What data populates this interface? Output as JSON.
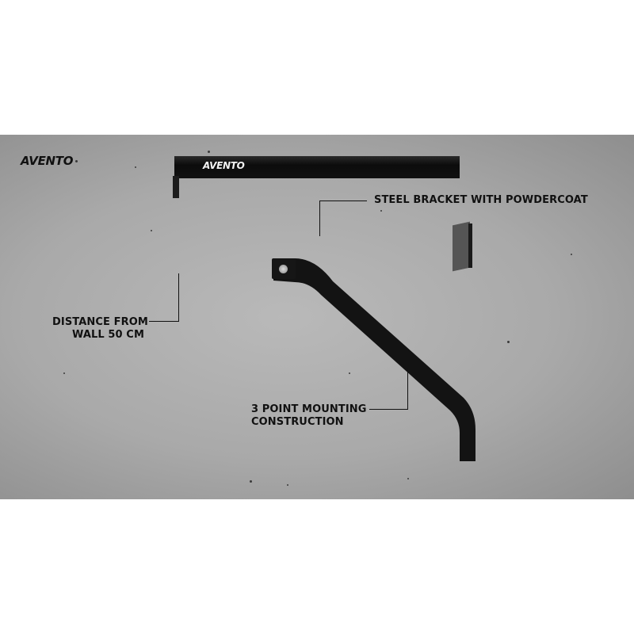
{
  "brand": {
    "logo_text": "AVENTO",
    "bar_logo_text": "AVENTO"
  },
  "annotations": {
    "steel_bracket": "STEEL BRACKET WITH POWDERCOAT",
    "distance_line1": "DISTANCE FROM",
    "distance_line2": "WALL 50 CM",
    "mounting_line1": "3 POINT MOUNTING",
    "mounting_line2": "CONSTRUCTION"
  },
  "colors": {
    "background": "#ffffff",
    "wall": "#a9a9a9",
    "bracket": "#111111",
    "text": "#111111"
  }
}
